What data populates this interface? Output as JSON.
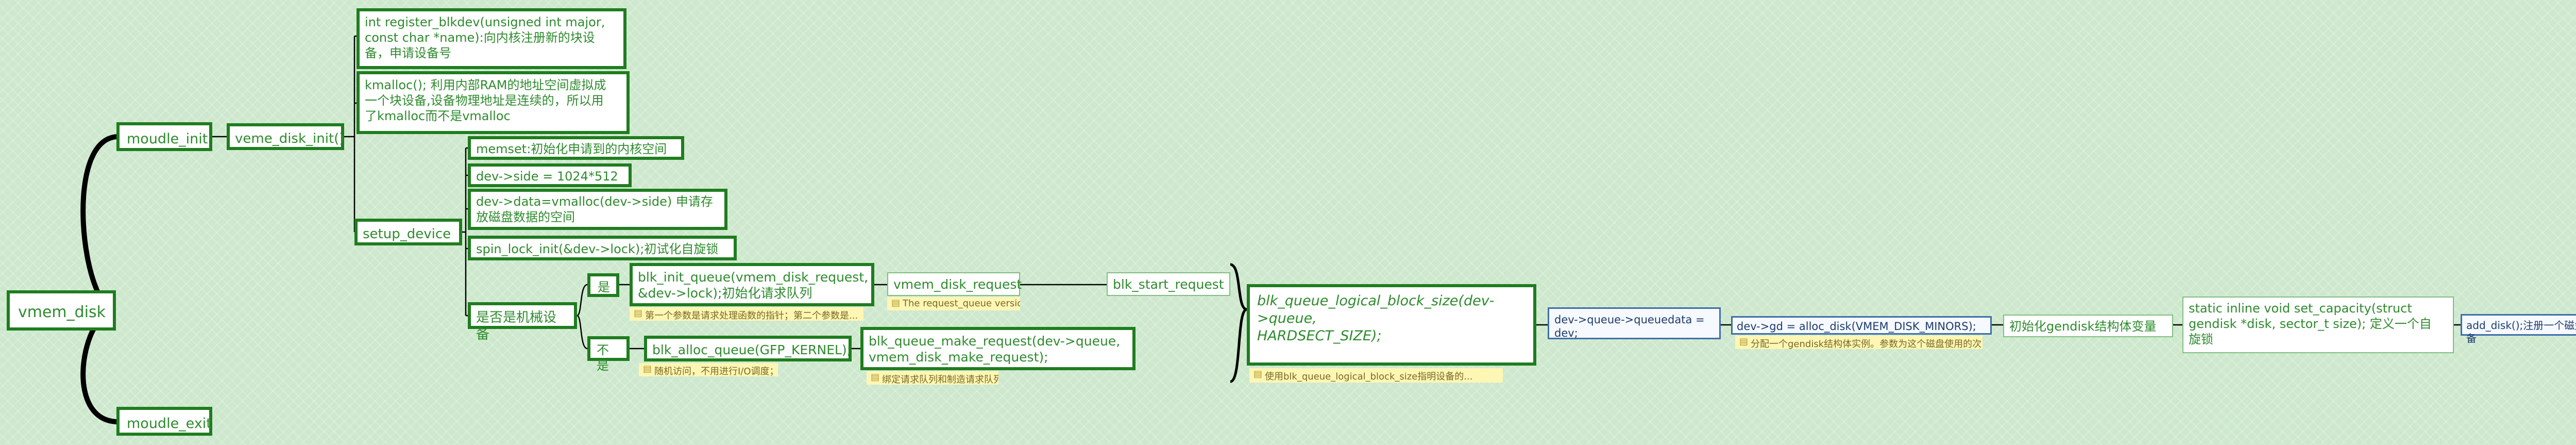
{
  "root": "vmem_disk",
  "moudle_init": "moudle_init",
  "moudle_exit": "moudle_exit",
  "veme_disk_init": "veme_disk_init()",
  "register_blkdev": "int register_blkdev(unsigned int major,\nconst char *name):向内核注册新的块设\n备，申请设备号",
  "kmalloc": "kmalloc(); 利用内部RAM的地址空间虚拟成\n一个块设备,设备物理地址是连续的，所以用\n了kmalloc而不是vmalloc",
  "setup_device": "setup_device",
  "memset": "memset:初始化申请到的内核空间",
  "dev_side": "dev->side = 1024*512",
  "dev_data": "dev->data=vmalloc(dev->side) 申请存\n放磁盘数据的空间",
  "spin_lock": "spin_lock_init(&dev->lock);初试化自旋锁",
  "is_machine": "是否是机械设备",
  "yes": "是",
  "no": "不是",
  "blk_init_queue": "blk_init_queue(vmem_disk_request,\n&dev->lock);初始化请求队列",
  "blk_init_note": "第一个参数是请求处理函数的指针；第二个参数是...",
  "vmem_disk_request": "vmem_disk_request",
  "request_note": "The request_queue version.",
  "blk_start_request": "blk_start_request",
  "blk_alloc_queue": "blk_alloc_queue(GFP_KERNEL);",
  "blk_alloc_note": "随机访问，不用进行I/O调度；",
  "blk_queue_make_request": "blk_queue_make_request(dev->queue,\nvmem_disk_make_request);",
  "make_request_note": "绑定请求队列和制造请求队列",
  "logical_block": "blk_queue_logical_block_size(dev-\n>queue,\nHARDSECT_SIZE);",
  "logical_note": "使用blk_queue_logical_block_size指明设备的...",
  "queuedata": "dev->queue->queuedata = dev;",
  "alloc_disk": "dev->gd = alloc_disk(VMEM_DISK_MINORS);",
  "alloc_disk_note": "分配一个gendisk结构体实例。参数为这个磁盘使用的次...",
  "init_gendisk": "初始化gendisk结构体变量",
  "set_capacity": "static inline void set_capacity(struct\ngendisk *disk, sector_t size); 定义一个自\n旋锁",
  "add_disk": "add_disk();注册一个磁盘设备"
}
